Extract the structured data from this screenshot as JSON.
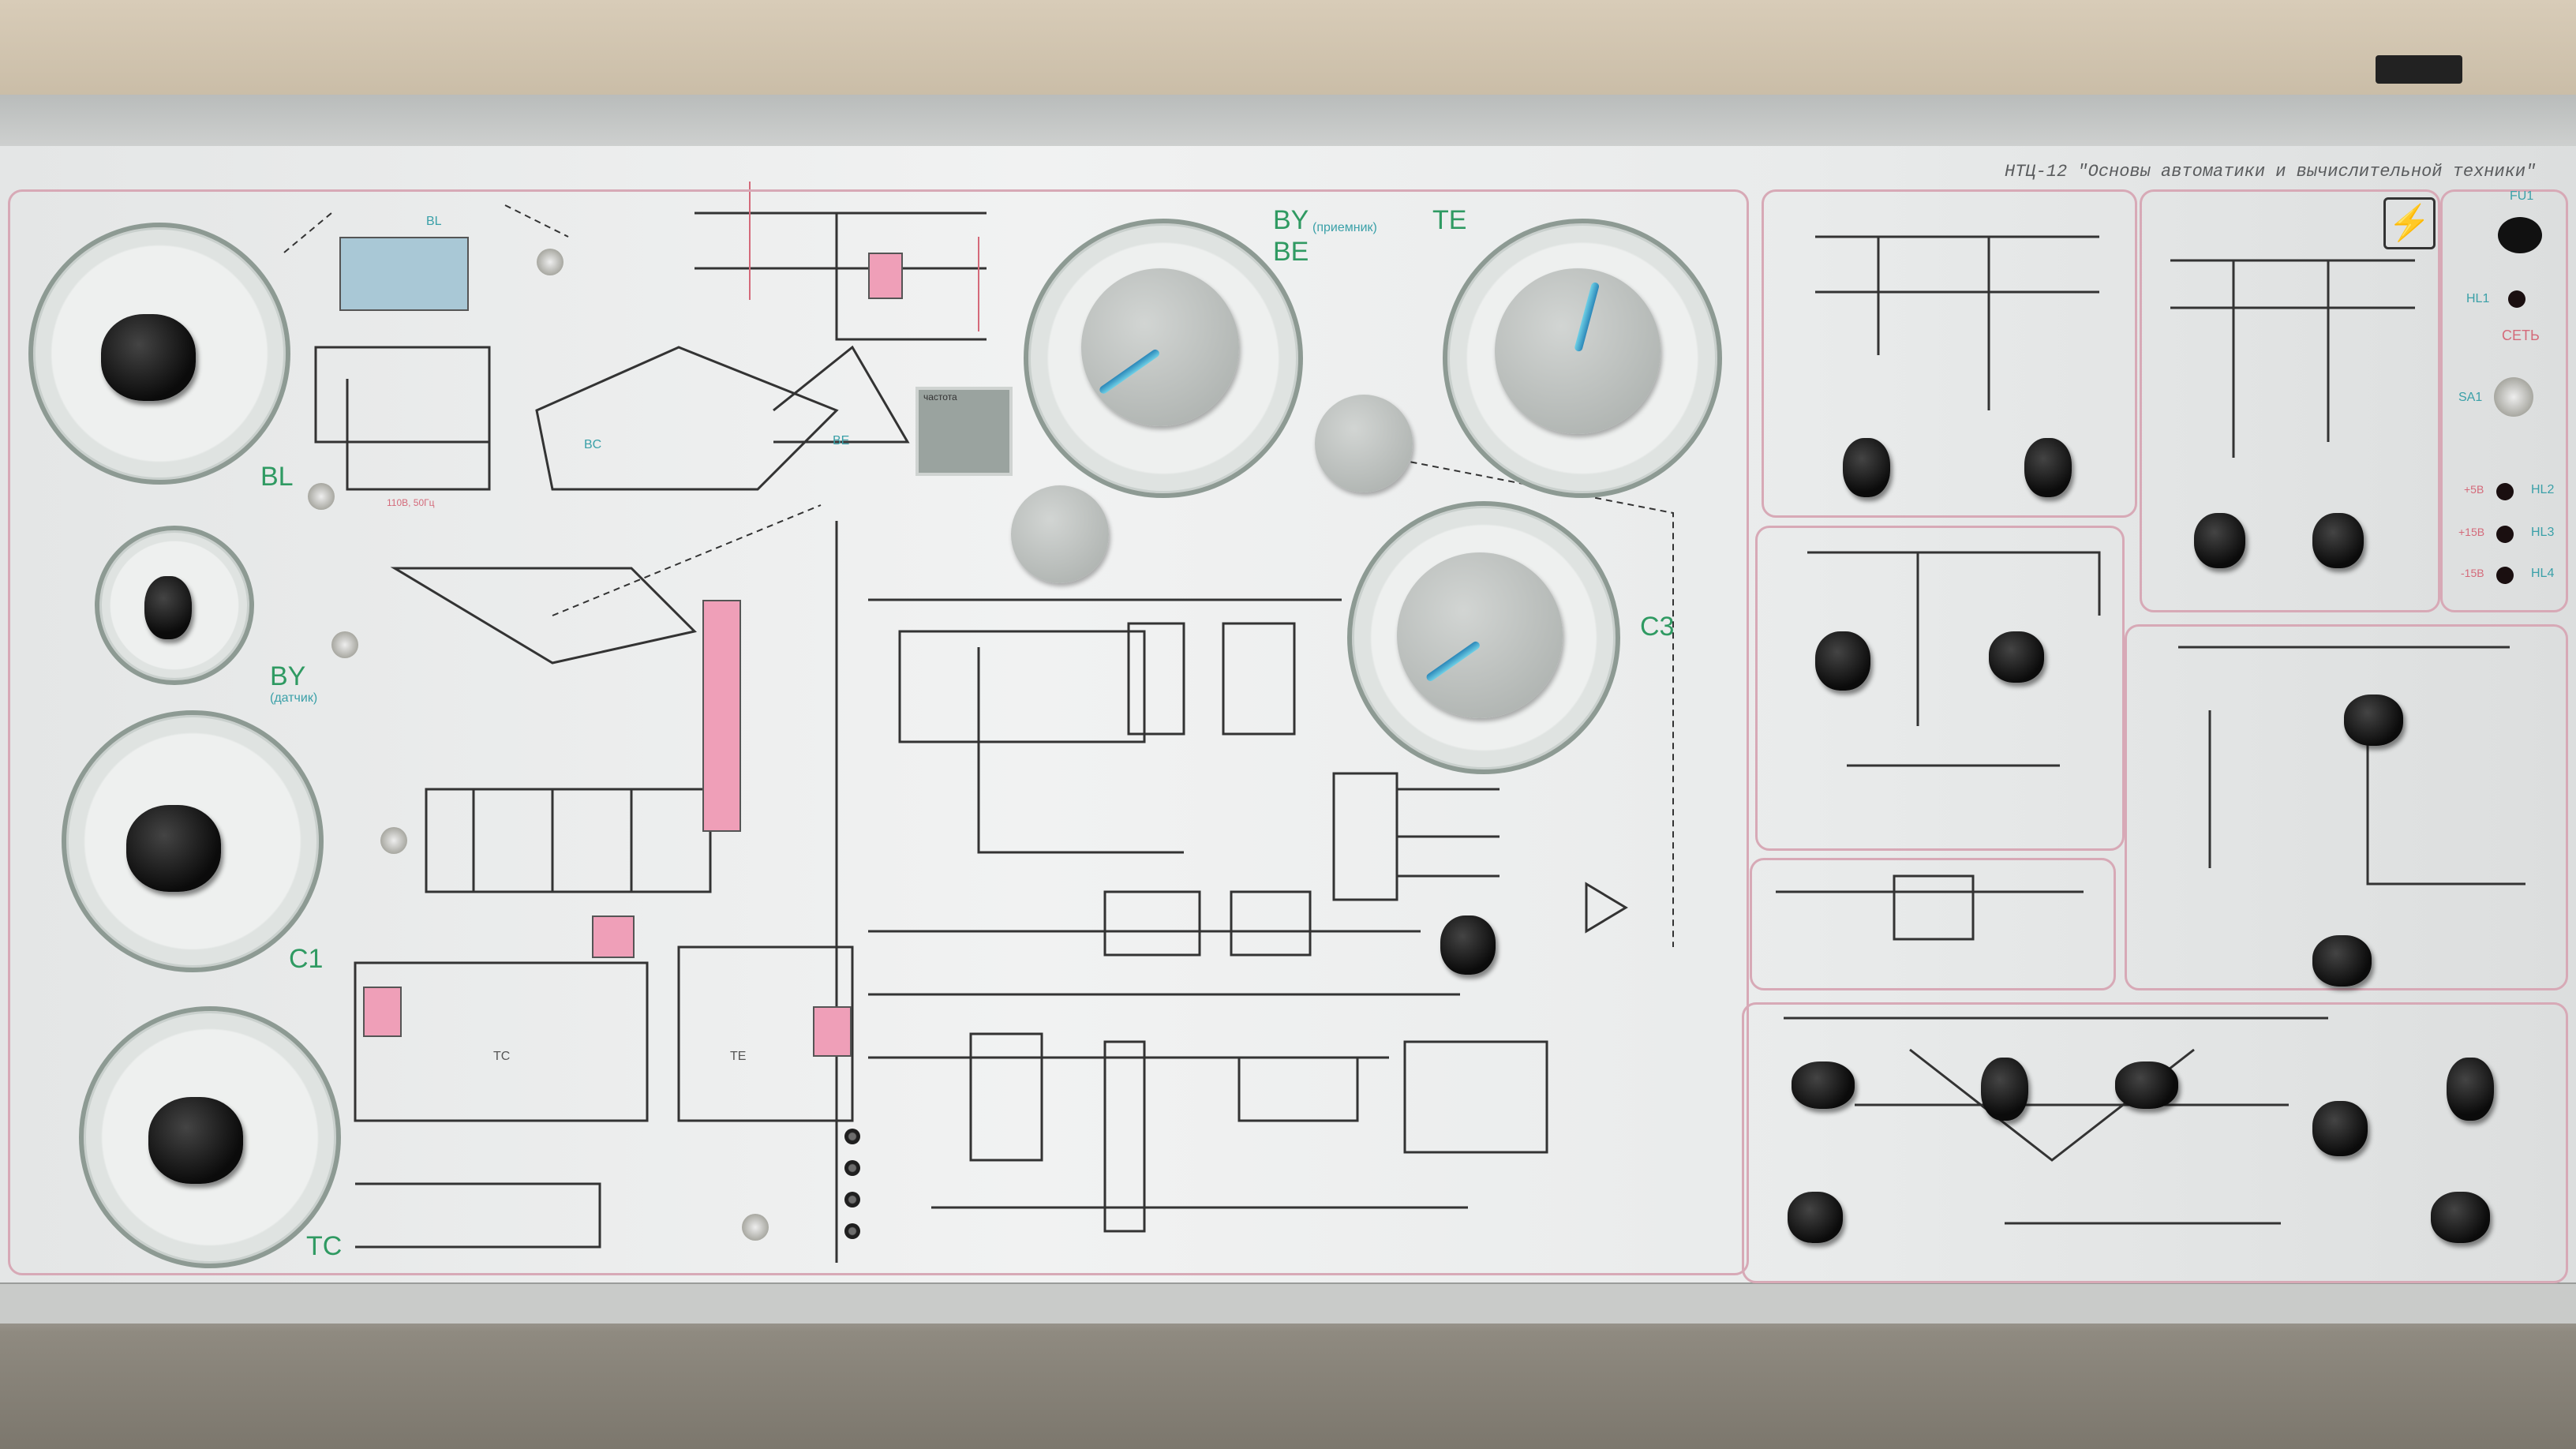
{
  "panel": {
    "title": "НТЦ-12  \"Основы автоматики и вычислительной техники\""
  },
  "left_section": {
    "dial_labels": {
      "bl": "BL",
      "by_sensor": "BY",
      "by_sensor_sub": "(датчик)",
      "c1": "C1",
      "tc": "TC",
      "by_receiver": "BY",
      "by_receiver_sub": "(приемник)",
      "be": "BE",
      "te": "TE",
      "c3": "C3"
    },
    "schematic_labels": {
      "bc": "BC",
      "be_small": "BE",
      "tc_small": "TC",
      "te_small": "TE",
      "bl_small": "BL",
      "freq_label": "частота",
      "voltage": "110В, 50Гц"
    }
  },
  "power_section": {
    "fuse": "FU1",
    "hl1": "HL1",
    "network": "СЕТЬ",
    "switch": "SA1",
    "indicators": [
      {
        "voltage": "+5В",
        "name": "HL2"
      },
      {
        "voltage": "+15В",
        "name": "HL3"
      },
      {
        "voltage": "-15В",
        "name": "HL4"
      }
    ]
  },
  "colors": {
    "label_green": "#2f9a62",
    "section_border": "#d7a9b6",
    "pointer": "#2a86b8"
  }
}
